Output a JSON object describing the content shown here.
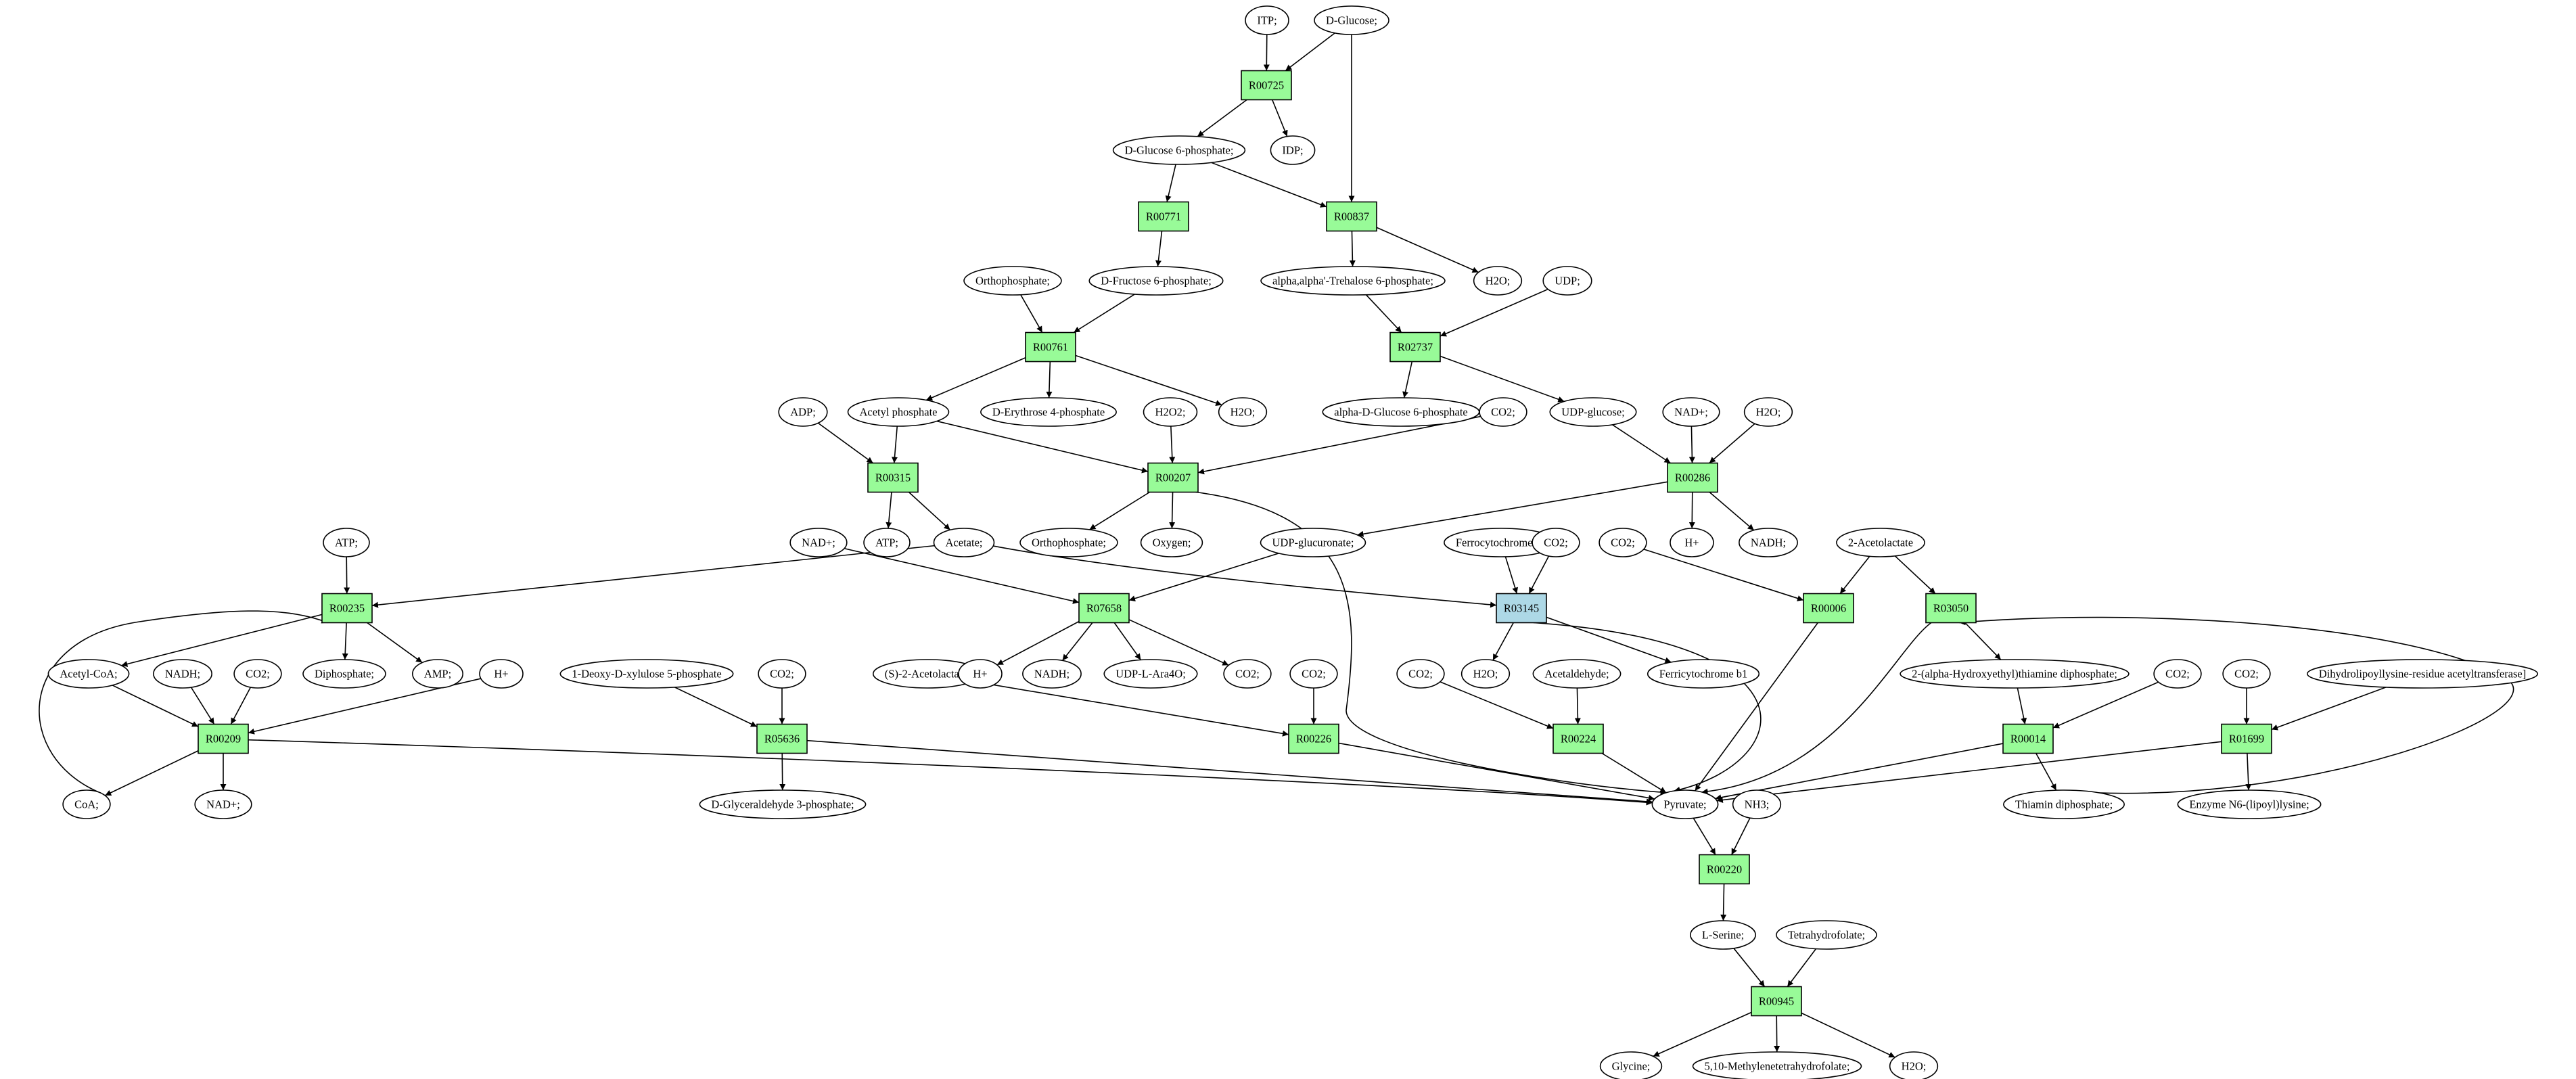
{
  "colors": {
    "reaction": "#98fb98",
    "reaction_highlight": "#add8e6",
    "source_metabolite": "#00ff00",
    "target_metabolite": "#ffff00",
    "metabolite": "#ffffff",
    "stroke": "#000000"
  },
  "metabolites": [
    {
      "id": "m_itp",
      "label": "ITP;"
    },
    {
      "id": "m_glucose",
      "label": "D-Glucose;",
      "color": "#00ff00"
    },
    {
      "id": "m_idp",
      "label": "IDP;"
    },
    {
      "id": "m_g6p",
      "label": "D-Glucose 6-phosphate;"
    },
    {
      "id": "m_ortho1",
      "label": "Orthophosphate;"
    },
    {
      "id": "m_f6p",
      "label": "D-Fructose 6-phosphate;"
    },
    {
      "id": "m_trehalose6p",
      "label": "alpha,alpha'-Trehalose 6-phosphate;"
    },
    {
      "id": "m_h2o_1",
      "label": "H2O;"
    },
    {
      "id": "m_udp",
      "label": "UDP;"
    },
    {
      "id": "m_adp",
      "label": "ADP;"
    },
    {
      "id": "m_acetylp",
      "label": "Acetyl phosphate"
    },
    {
      "id": "m_e4p",
      "label": "D-Erythrose 4-phosphate"
    },
    {
      "id": "m_h2o2",
      "label": "H2O2;"
    },
    {
      "id": "m_h2o_2",
      "label": "H2O;"
    },
    {
      "id": "m_adg6p",
      "label": "alpha-D-Glucose 6-phosphate"
    },
    {
      "id": "m_co2_1",
      "label": "CO2;"
    },
    {
      "id": "m_udpglc",
      "label": "UDP-glucose;"
    },
    {
      "id": "m_nad_1",
      "label": "NAD+;"
    },
    {
      "id": "m_h2o_3",
      "label": "H2O;"
    },
    {
      "id": "m_atp_1",
      "label": "ATP;"
    },
    {
      "id": "m_atp_2",
      "label": "ATP;"
    },
    {
      "id": "m_acetate",
      "label": "Acetate;"
    },
    {
      "id": "m_ortho2",
      "label": "Orthophosphate;"
    },
    {
      "id": "m_oxygen",
      "label": "Oxygen;"
    },
    {
      "id": "m_udpglcA",
      "label": "UDP-glucuronate;"
    },
    {
      "id": "m_hplus_1",
      "label": "H+"
    },
    {
      "id": "m_nadh_1",
      "label": "NADH;"
    },
    {
      "id": "m_nad_2",
      "label": "NAD+;"
    },
    {
      "id": "m_ferro",
      "label": "Ferrocytochrome b1"
    },
    {
      "id": "m_co2_2",
      "label": "CO2;"
    },
    {
      "id": "m_co2_3",
      "label": "CO2;"
    },
    {
      "id": "m_2acetolactate",
      "label": "2-Acetolactate"
    },
    {
      "id": "m_acetylcoa",
      "label": "Acetyl-CoA;"
    },
    {
      "id": "m_nadh_2",
      "label": "NADH;"
    },
    {
      "id": "m_co2_4",
      "label": "CO2;"
    },
    {
      "id": "m_diphosphate",
      "label": "Diphosphate;"
    },
    {
      "id": "m_amp",
      "label": "AMP;"
    },
    {
      "id": "m_hplus_2",
      "label": "H+"
    },
    {
      "id": "m_deoxyxylulose",
      "label": "1-Deoxy-D-xylulose 5-phosphate"
    },
    {
      "id": "m_co2_5",
      "label": "CO2;"
    },
    {
      "id": "m_s2acetolactate",
      "label": "(S)-2-Acetolactate;"
    },
    {
      "id": "m_hplus_3",
      "label": "H+"
    },
    {
      "id": "m_nadh_3",
      "label": "NADH;"
    },
    {
      "id": "m_udpara4o",
      "label": "UDP-L-Ara4O;"
    },
    {
      "id": "m_co2_6",
      "label": "CO2;"
    },
    {
      "id": "m_co2_7",
      "label": "CO2;"
    },
    {
      "id": "m_co2_8",
      "label": "CO2;"
    },
    {
      "id": "m_h2o_4",
      "label": "H2O;"
    },
    {
      "id": "m_acetaldehyde",
      "label": "Acetaldehyde;"
    },
    {
      "id": "m_ferri",
      "label": "Ferricytochrome b1"
    },
    {
      "id": "m_hethpp",
      "label": "2-(alpha-Hydroxyethyl)thiamine diphosphate;"
    },
    {
      "id": "m_co2_9",
      "label": "CO2;"
    },
    {
      "id": "m_co2_10",
      "label": "CO2;"
    },
    {
      "id": "m_dihydrolipoyl",
      "label": "Dihydrolipoyllysine-residue acetyltransferase]"
    },
    {
      "id": "m_coa",
      "label": "CoA;"
    },
    {
      "id": "m_nad_3",
      "label": "NAD+;"
    },
    {
      "id": "m_gap",
      "label": "D-Glyceraldehyde 3-phosphate;"
    },
    {
      "id": "m_pyruvate",
      "label": "Pyruvate;"
    },
    {
      "id": "m_nh3",
      "label": "NH3;"
    },
    {
      "id": "m_tpp",
      "label": "Thiamin diphosphate;"
    },
    {
      "id": "m_lipoyllysine",
      "label": "Enzyme N6-(lipoyl)lysine;"
    },
    {
      "id": "m_serine",
      "label": "L-Serine;"
    },
    {
      "id": "m_thf",
      "label": "Tetrahydrofolate;"
    },
    {
      "id": "m_glycine",
      "label": "Glycine;",
      "color": "#ffff00"
    },
    {
      "id": "m_methylenethf",
      "label": "5,10-Methylenetetrahydrofolate;"
    },
    {
      "id": "m_h2o_5",
      "label": "H2O;"
    }
  ],
  "reactions": [
    {
      "id": "R00725",
      "label": "R00725"
    },
    {
      "id": "R00771",
      "label": "R00771"
    },
    {
      "id": "R00837",
      "label": "R00837"
    },
    {
      "id": "R00761",
      "label": "R00761"
    },
    {
      "id": "R02737",
      "label": "R02737"
    },
    {
      "id": "R00315",
      "label": "R00315"
    },
    {
      "id": "R00207",
      "label": "R00207"
    },
    {
      "id": "R00286",
      "label": "R00286"
    },
    {
      "id": "R00235",
      "label": "R00235"
    },
    {
      "id": "R07658",
      "label": "R07658"
    },
    {
      "id": "R03145",
      "label": "R03145",
      "color": "#add8e6"
    },
    {
      "id": "R00006",
      "label": "R00006"
    },
    {
      "id": "R03050",
      "label": "R03050"
    },
    {
      "id": "R00209",
      "label": "R00209"
    },
    {
      "id": "R05636",
      "label": "R05636"
    },
    {
      "id": "R00226",
      "label": "R00226"
    },
    {
      "id": "R00224",
      "label": "R00224"
    },
    {
      "id": "R00014",
      "label": "R00014"
    },
    {
      "id": "R01699",
      "label": "R01699"
    },
    {
      "id": "R00220",
      "label": "R00220"
    },
    {
      "id": "R00945",
      "label": "R00945"
    }
  ],
  "edges": [
    [
      "m_itp",
      "R00725"
    ],
    [
      "m_glucose",
      "R00725"
    ],
    [
      "m_glucose",
      "R00837"
    ],
    [
      "R00725",
      "m_g6p"
    ],
    [
      "R00725",
      "m_idp"
    ],
    [
      "m_g6p",
      "R00771"
    ],
    [
      "m_g6p",
      "R00837"
    ],
    [
      "R00771",
      "m_f6p"
    ],
    [
      "R00837",
      "m_trehalose6p"
    ],
    [
      "R00837",
      "m_h2o_1"
    ],
    [
      "m_ortho1",
      "R00761"
    ],
    [
      "m_f6p",
      "R00761"
    ],
    [
      "m_trehalose6p",
      "R02737"
    ],
    [
      "m_udp",
      "R02737"
    ],
    [
      "R00761",
      "m_acetylp"
    ],
    [
      "R00761",
      "m_e4p"
    ],
    [
      "R00761",
      "m_h2o_2"
    ],
    [
      "R02737",
      "m_adg6p"
    ],
    [
      "R02737",
      "m_udpglc"
    ],
    [
      "m_adp",
      "R00315"
    ],
    [
      "m_acetylp",
      "R00315"
    ],
    [
      "m_acetylp",
      "R00207"
    ],
    [
      "m_h2o2",
      "R00207"
    ],
    [
      "m_co2_1",
      "R00207"
    ],
    [
      "m_udpglc",
      "R00286"
    ],
    [
      "m_nad_1",
      "R00286"
    ],
    [
      "m_h2o_3",
      "R00286"
    ],
    [
      "R00315",
      "m_atp_2"
    ],
    [
      "R00315",
      "m_acetate"
    ],
    [
      "R00207",
      "m_ortho2"
    ],
    [
      "R00207",
      "m_oxygen"
    ],
    [
      "R00207",
      "m_pyruvate"
    ],
    [
      "R00286",
      "m_udpglcA"
    ],
    [
      "R00286",
      "m_hplus_1"
    ],
    [
      "R00286",
      "m_nadh_1"
    ],
    [
      "m_atp_1",
      "R00235"
    ],
    [
      "m_acetate",
      "R00235"
    ],
    [
      "m_acetate",
      "R03145"
    ],
    [
      "m_nad_2",
      "R07658"
    ],
    [
      "m_udpglcA",
      "R07658"
    ],
    [
      "m_ferro",
      "R03145"
    ],
    [
      "m_co2_2",
      "R03145"
    ],
    [
      "m_co2_3",
      "R00006"
    ],
    [
      "m_2acetolactate",
      "R00006"
    ],
    [
      "m_2acetolactate",
      "R03050"
    ],
    [
      "R00235",
      "m_acetylcoa"
    ],
    [
      "R00235",
      "m_diphosphate"
    ],
    [
      "R00235",
      "m_amp"
    ],
    [
      "R07658",
      "m_hplus_3"
    ],
    [
      "R07658",
      "m_nadh_3"
    ],
    [
      "R07658",
      "m_udpara4o"
    ],
    [
      "R07658",
      "m_co2_6"
    ],
    [
      "R03145",
      "m_h2o_4"
    ],
    [
      "R03145",
      "m_ferri"
    ],
    [
      "R03145",
      "m_pyruvate"
    ],
    [
      "R00006",
      "m_pyruvate"
    ],
    [
      "R03050",
      "m_hethpp"
    ],
    [
      "R03050",
      "m_pyruvate"
    ],
    [
      "m_acetylcoa",
      "R00209"
    ],
    [
      "m_nadh_2",
      "R00209"
    ],
    [
      "m_co2_4",
      "R00209"
    ],
    [
      "m_hplus_2",
      "R00209"
    ],
    [
      "m_deoxyxylulose",
      "R05636"
    ],
    [
      "m_co2_5",
      "R05636"
    ],
    [
      "m_s2acetolactate",
      "R00226"
    ],
    [
      "m_co2_7",
      "R00226"
    ],
    [
      "m_co2_8",
      "R00224"
    ],
    [
      "m_acetaldehyde",
      "R00224"
    ],
    [
      "m_hethpp",
      "R00014"
    ],
    [
      "m_co2_9",
      "R00014"
    ],
    [
      "m_co2_10",
      "R01699"
    ],
    [
      "m_dihydrolipoyl",
      "R01699"
    ],
    [
      "R00209",
      "m_coa"
    ],
    [
      "R00209",
      "m_nad_3"
    ],
    [
      "R00209",
      "m_pyruvate"
    ],
    [
      "m_coa",
      "R00235"
    ],
    [
      "R05636",
      "m_gap"
    ],
    [
      "R05636",
      "m_pyruvate"
    ],
    [
      "R00226",
      "m_pyruvate"
    ],
    [
      "R00224",
      "m_pyruvate"
    ],
    [
      "R00014",
      "m_pyruvate"
    ],
    [
      "R00014",
      "m_tpp"
    ],
    [
      "R01699",
      "m_pyruvate"
    ],
    [
      "R01699",
      "m_lipoyllysine"
    ],
    [
      "m_tpp",
      "R03050"
    ],
    [
      "m_pyruvate",
      "R00220"
    ],
    [
      "m_nh3",
      "R00220"
    ],
    [
      "R00220",
      "m_serine"
    ],
    [
      "m_serine",
      "R00945"
    ],
    [
      "m_thf",
      "R00945"
    ],
    [
      "R00945",
      "m_glycine"
    ],
    [
      "R00945",
      "m_methylenethf"
    ],
    [
      "R00945",
      "m_h2o_5"
    ]
  ]
}
